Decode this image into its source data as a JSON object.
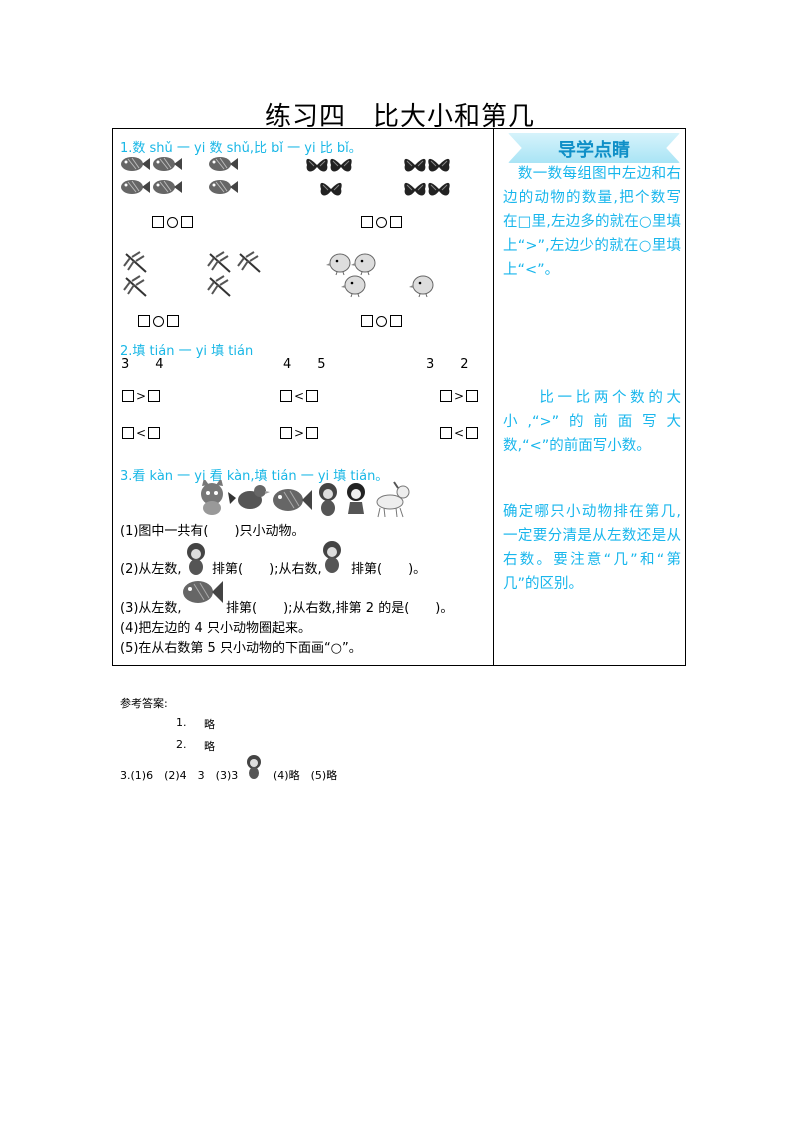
{
  "title": "练习四　比大小和第几",
  "q1": {
    "heading": "1.数 shǔ 一 yi 数 shǔ,比 bǐ 一 yi 比 bǐ。",
    "groups_icons": [
      "fish-icon",
      "butterfly-icon",
      "dragonfly-icon",
      "chick-icon"
    ]
  },
  "q2": {
    "heading": "2.填 tián 一 yi 填 tián",
    "pairs": [
      {
        "a": "3",
        "b": "4"
      },
      {
        "a": "4",
        "b": "5"
      },
      {
        "a": "3",
        "b": "2"
      }
    ],
    "row1_symbols": [
      ">",
      "<",
      ">"
    ],
    "row2_symbols": [
      "<",
      ">",
      "<"
    ]
  },
  "q3": {
    "heading": "3.看 kàn 一 yi 看 kàn,填 tián 一 yi 填 tián。",
    "animals": [
      "cat-icon",
      "bird-icon",
      "fish-icon",
      "monkey-icon",
      "girl-icon",
      "horse-icon"
    ],
    "l1": "(1)图中一共有(　　)只小动物。",
    "l2a": "(2)从左数,",
    "l2b": "排第(　　);从右数,",
    "l2c": "排第(　　)。",
    "l3a": "(3)从左数,",
    "l3b": "排第(　　);从右数,排第 2 的是(　　)。",
    "l4": "(4)把左边的 4 只小动物圈起来。",
    "l5": "(5)在从右数第 5 只小动物的下面画“○”。"
  },
  "tips": {
    "title": "导学点睛",
    "t1": "　数一数每组图中左边和右边的动物的数量,把个数写在□里,左边多的就在○里填上“>”,左边少的就在○里填上“<”。",
    "t2": "　　比一比两个数的大小,“>”的前面写大数,“<”的前面写小数。",
    "t3": "确定哪只小动物排在第几,一定要分清是从左数还是从右数。要注意“几”和“第几”的区别。"
  },
  "answers": {
    "label": "参考答案:",
    "a1_num": "1.",
    "a1": "略",
    "a2_num": "2.",
    "a2": "略",
    "a3a": "3.(1)6　(2)4　3　(3)3",
    "a3b": "(4)略　(5)略"
  },
  "colors": {
    "accent": "#19b7e6",
    "tip_text": "#18b6ec"
  }
}
